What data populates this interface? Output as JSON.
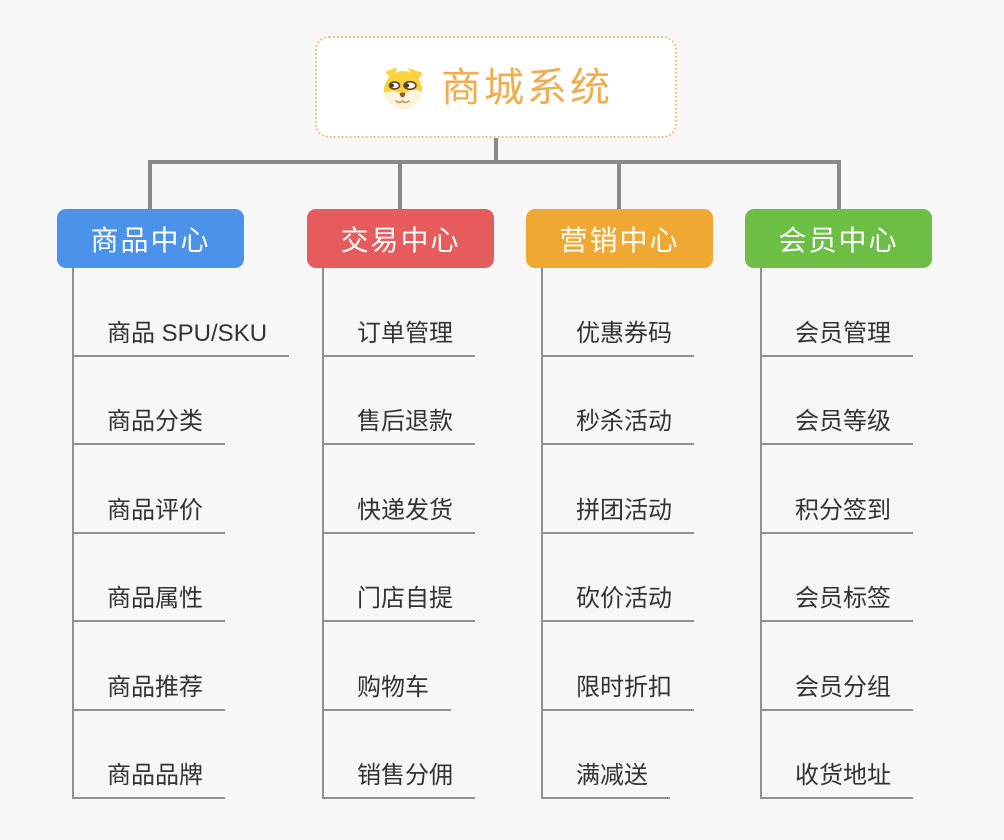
{
  "root": {
    "title": "商城系统",
    "icon": "shiba-dog-icon"
  },
  "branches": [
    {
      "title": "商品中心",
      "color": "#4b92ea",
      "children": [
        "商品 SPU/SKU",
        "商品分类",
        "商品评价",
        "商品属性",
        "商品推荐",
        "商品品牌"
      ]
    },
    {
      "title": "交易中心",
      "color": "#e65c5c",
      "children": [
        "订单管理",
        "售后退款",
        "快递发货",
        "门店自提",
        "购物车",
        "销售分佣"
      ]
    },
    {
      "title": "营销中心",
      "color": "#efa932",
      "children": [
        "优惠券码",
        "秒杀活动",
        "拼团活动",
        "砍价活动",
        "限时折扣",
        "满减送"
      ]
    },
    {
      "title": "会员中心",
      "color": "#6cbe45",
      "children": [
        "会员管理",
        "会员等级",
        "积分签到",
        "会员标签",
        "会员分组",
        "收货地址"
      ]
    }
  ],
  "colors": {
    "background": "#f7f7f7",
    "connector": "#8a8a8a",
    "child_line": "#919191",
    "root_text": "#f0ad4e",
    "root_border": "#eec17e",
    "child_text": "#333333"
  }
}
